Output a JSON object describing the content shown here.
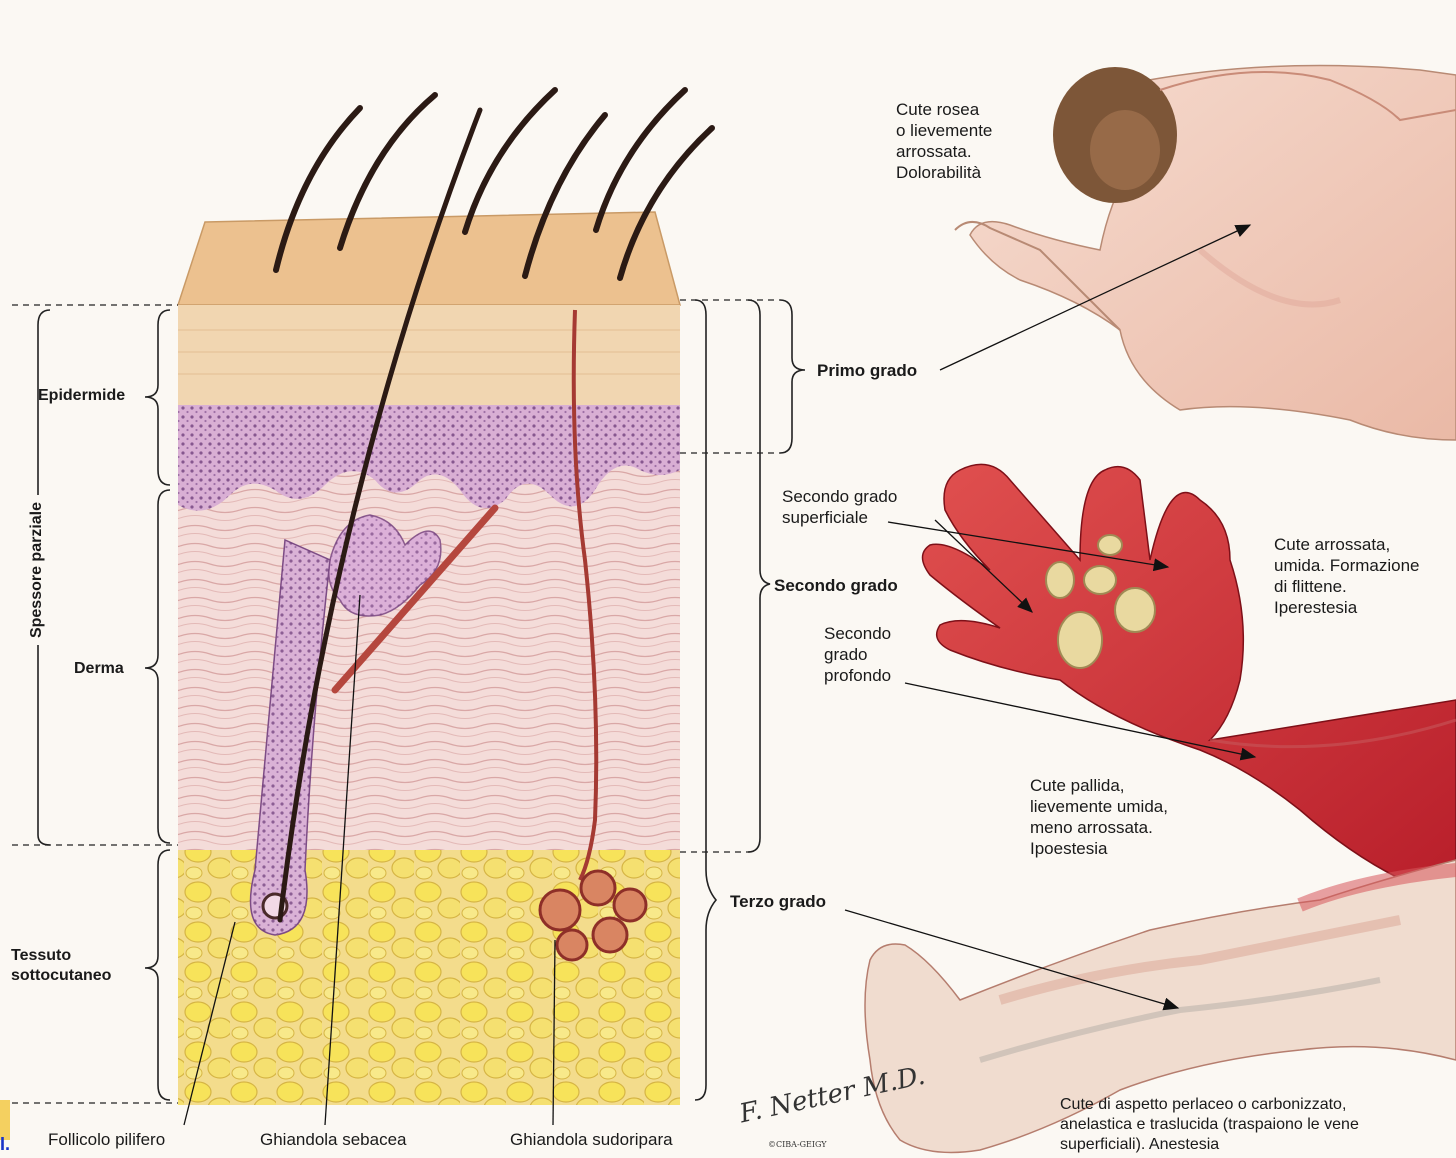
{
  "layers": {
    "epidermide": "Epidermide",
    "derma": "Derma",
    "tessuto": "Tessuto\nsottocutaneo",
    "spessore": "Spessore parziale"
  },
  "structures": {
    "follicolo": "Follicolo pilifero",
    "sebacea": "Ghiandola sebacea",
    "sudoripara": "Ghiandola sudoripara"
  },
  "degrees": {
    "primo": "Primo grado",
    "secondo": "Secondo grado",
    "terzo": "Terzo grado",
    "secondo_superficiale": "Secondo grado\nsuperficiale",
    "secondo_profondo": "Secondo\ngrado\nprofondo"
  },
  "descriptions": {
    "primo": "Cute rosea\no lievemente\narrossata.\nDolorabilità",
    "secondo_sup": "Cute arrossata,\numida. Formazione\ndi flittene.\nIperestesia",
    "secondo_prof": "Cute pallida,\nlievemente umida,\nmeno arrossata.\nIpoestesia",
    "terzo": "Cute di aspetto perlaceo o carbonizzato,\nanelastica e traslucida (traspaiono le vene\nsuperficiali). Anestesia"
  },
  "signature": {
    "name": "F. Netter M.D.",
    "copyright": "©CIBA-GEIGY"
  },
  "corner_mark": "I."
}
